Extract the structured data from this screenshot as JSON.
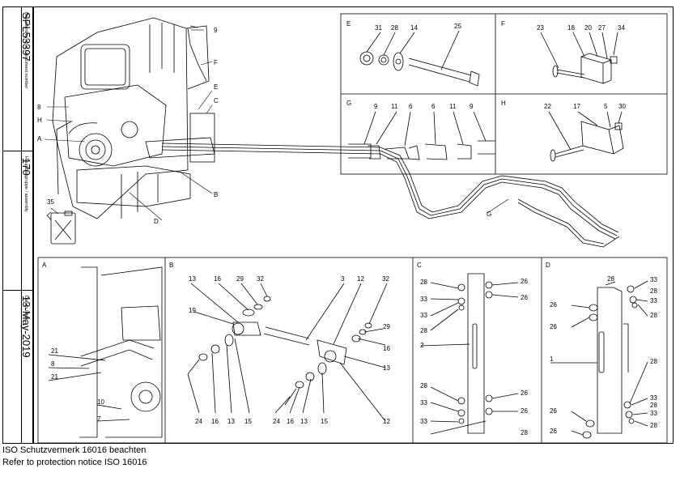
{
  "sidebar": {
    "doc_number": "SPL53397",
    "doc_number_caption": "Dokumentnummer / document number",
    "group": "170",
    "group_caption": "Hauptbaugruppe / assembly",
    "date": "13-May-2019",
    "date_caption": "Datum / date"
  },
  "main_labels": [
    "9",
    "F",
    "E",
    "C",
    "8",
    "H",
    "A",
    "B",
    "D",
    "G",
    "35"
  ],
  "panels": {
    "E": {
      "title": "E",
      "labels": [
        "31",
        "28",
        "14",
        "25"
      ]
    },
    "F": {
      "title": "F",
      "labels": [
        "23",
        "18",
        "20",
        "27",
        "34"
      ]
    },
    "G": {
      "title": "G",
      "labels": [
        "9",
        "11",
        "6",
        "6",
        "11",
        "9"
      ]
    },
    "H": {
      "title": "H",
      "labels": [
        "22",
        "17",
        "5",
        "30"
      ]
    },
    "A": {
      "title": "A",
      "labels": [
        "21",
        "8",
        "21",
        "10",
        "7"
      ]
    },
    "B": {
      "title": "B",
      "labels": [
        "13",
        "16",
        "29",
        "32",
        "19",
        "3",
        "12",
        "32",
        "29",
        "16",
        "13",
        "24",
        "16",
        "13",
        "15",
        "24",
        "16",
        "13",
        "15",
        "12"
      ]
    },
    "C": {
      "title": "C",
      "labels": [
        "28",
        "33",
        "33",
        "28",
        "2",
        "28",
        "33",
        "33",
        "26",
        "26",
        "26",
        "26",
        "28"
      ]
    },
    "D": {
      "title": "D",
      "labels": [
        "28",
        "26",
        "26",
        "1",
        "26",
        "26",
        "33",
        "28",
        "33",
        "28",
        "28",
        "33",
        "28",
        "33",
        "28"
      ]
    }
  },
  "footer": {
    "line1": "ISO Schutzvermerk 16016 beachten",
    "line2": "Refer to protection notice ISO 16016"
  }
}
